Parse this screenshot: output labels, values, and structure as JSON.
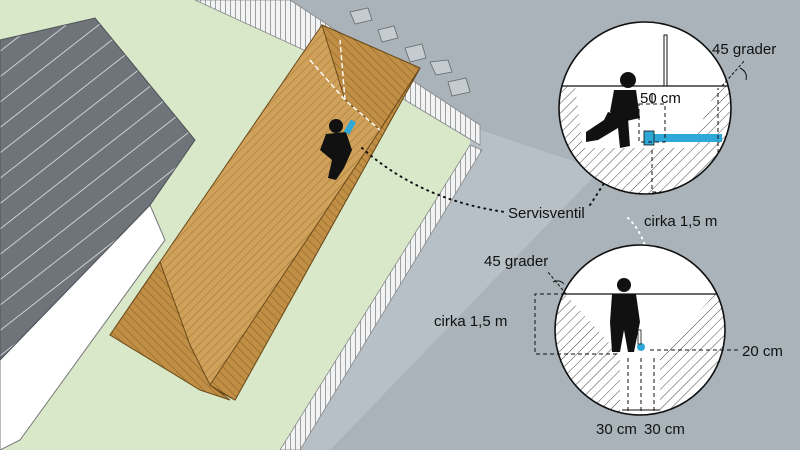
{
  "labels": {
    "angle_top": "45 grader",
    "depth_top": "50 cm",
    "width_top": "cirka 1,5 m",
    "valve": "Servisventil",
    "angle_bottom": "45 grader",
    "depth_bottom": "cirka 1,5 m",
    "pipe_bottom": "20 cm",
    "gap_left": "30 cm",
    "gap_right": "30 cm"
  },
  "colors": {
    "background": "#b6c0c6",
    "grass": "#d8e8c8",
    "trench_wood": "#cfa15a",
    "roof": "#6f747a",
    "pipe": "#2ea8d8",
    "person": "#111111"
  }
}
